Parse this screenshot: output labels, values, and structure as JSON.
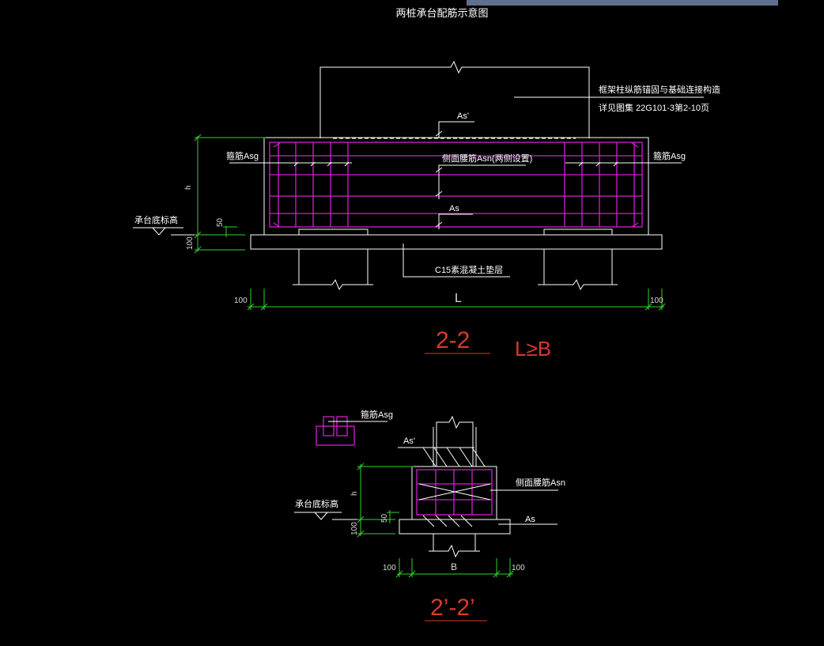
{
  "title": "两桩承台配筋示意图",
  "section1": {
    "note_line1": "框架柱纵筋锚固与基础连接构造",
    "note_line2": "详见图集 22G101-3第2-10页",
    "label_as_top": "As'",
    "label_stirrup_left": "箍筋Asg",
    "label_stirrup_right": "箍筋Asg",
    "label_side_bar": "侧面腰筋Asn(两侧设置)",
    "label_as_bottom": "As",
    "label_base_elev": "承台底标高",
    "dim_h": "h",
    "dim_50": "50",
    "dim_100_v": "100",
    "label_pad": "C15素混凝土垫层",
    "dim_100_left": "100",
    "dim_L": "L",
    "dim_100_right": "100",
    "section_mark": "2-2",
    "condition": "L≥B"
  },
  "section2": {
    "label_stirrup": "箍筋Asg",
    "label_as_top": "As'",
    "label_side_bar": "侧面腰筋Asn",
    "label_as": "As",
    "label_base_elev": "承台底标高",
    "dim_h": "h",
    "dim_50": "50",
    "dim_100_v": "100",
    "dim_100_left": "100",
    "dim_B": "B",
    "dim_100_right": "100",
    "section_mark": "2’-2’"
  },
  "colors": {
    "background": "#000000",
    "line": "#ffffff",
    "dimension": "#2ed62e",
    "rebar": "#d21fd2",
    "section_mark": "#d83a2a",
    "top_bar": "#5f6f8e"
  }
}
